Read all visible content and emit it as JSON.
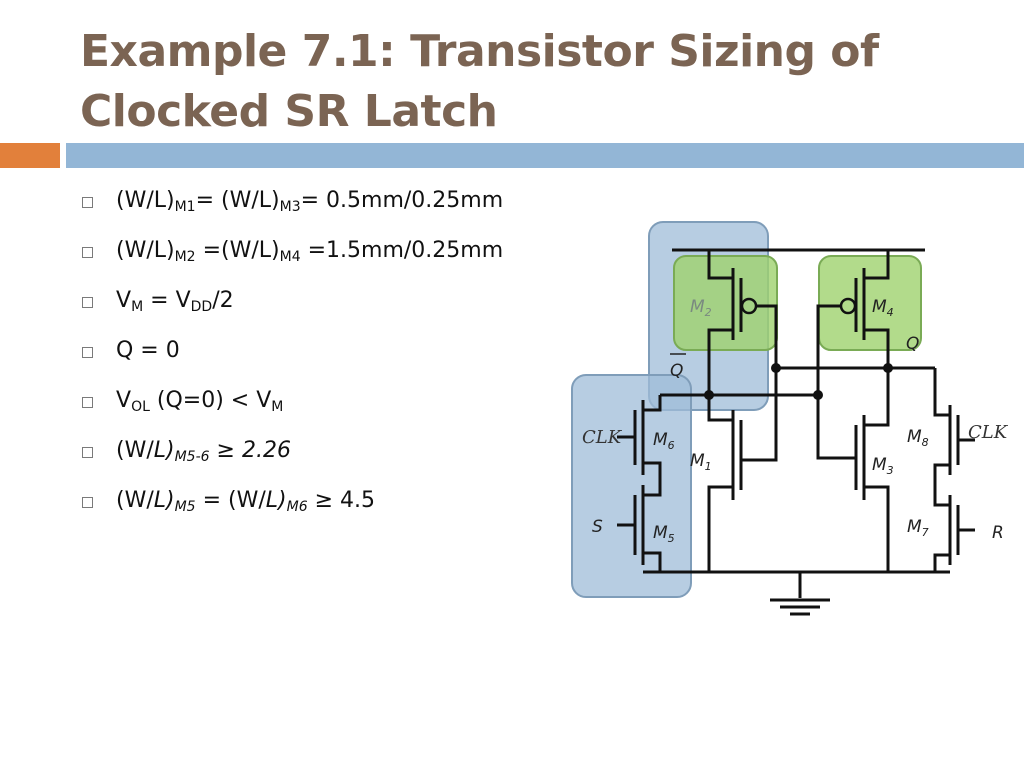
{
  "slide": {
    "title": "Example 7.1: Transistor Sizing of Clocked SR Latch"
  },
  "bullets": [
    {
      "base1": "(W/L)",
      "sub1": "M1",
      "mid": "= (W/L)",
      "sub2": "M3",
      "tail": "= 0.5mm/0.25mm"
    },
    {
      "base1": "(W/L)",
      "sub1": "M2",
      "mid": " =(W/L)",
      "sub2": "M4",
      "tail": " =1.5mm/0.25mm"
    },
    {
      "base1": "V",
      "sub1": "M",
      "mid": " = V",
      "sub2": "DD",
      "tail": "/2"
    },
    {
      "text": "Q = 0"
    },
    {
      "base1": "V",
      "sub1": "OL",
      "mid": " (Q=0) < V",
      "sub2": "M",
      "tail": ""
    },
    {
      "base1": "(W/",
      "italic1": "L)",
      "sub1": "M5-6",
      "tail": " ≥ 2.26"
    },
    {
      "base1": "(W/",
      "italic1": "L)",
      "sub1": "M5",
      "mid": " = (W/",
      "italic2": "L)",
      "sub2": "M6",
      "tail": " ≥ 4.5"
    }
  ],
  "circuit": {
    "labels": {
      "m1": "M",
      "m1_sub": "1",
      "m2": "M",
      "m2_sub": "2",
      "m3": "M",
      "m3_sub": "3",
      "m4": "M",
      "m4_sub": "4",
      "m5": "M",
      "m5_sub": "5",
      "m6": "M",
      "m6_sub": "6",
      "m7": "M",
      "m7_sub": "7",
      "m8": "M",
      "m8_sub": "8",
      "clk_left": "CLK",
      "clk_right": "CLK",
      "s": "S",
      "r": "R",
      "q": "Q",
      "q_bar": "Q"
    },
    "colors": {
      "blue_highlight": "#9fbcd8",
      "green_highlight": "#9fd26e",
      "wire": "#111111"
    }
  }
}
